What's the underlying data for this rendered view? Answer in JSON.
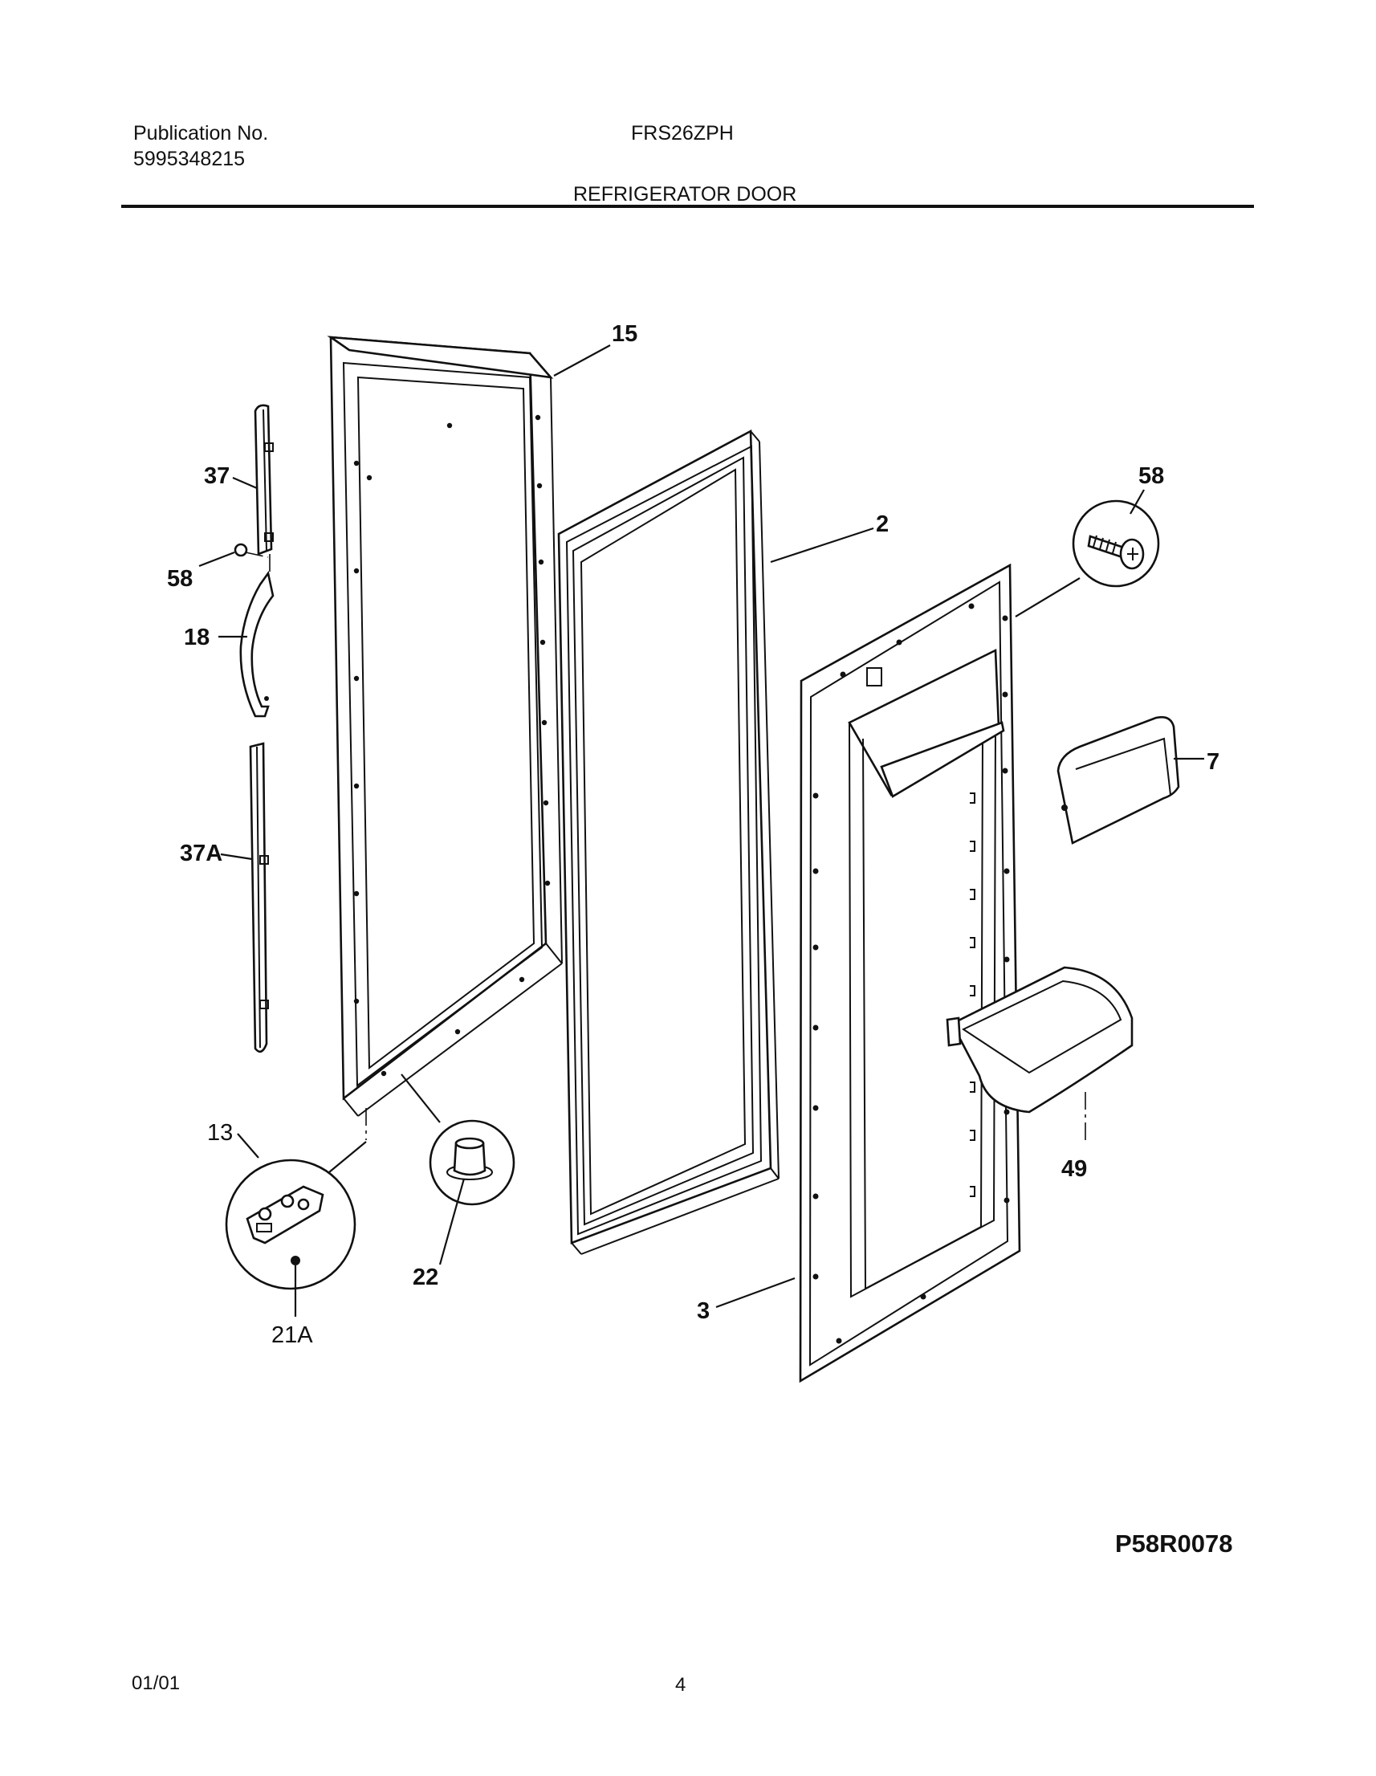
{
  "header": {
    "publication_label": "Publication No.",
    "publication_number": "5995348215",
    "model": "FRS26ZPH",
    "section_title": "REFRIGERATOR DOOR"
  },
  "callouts": {
    "c15": "15",
    "c2": "2",
    "c58_top": "58",
    "c37": "37",
    "c58_left": "58",
    "c18": "18",
    "c7": "7",
    "c37A": "37A",
    "c49": "49",
    "c13": "13",
    "c22": "22",
    "c3": "3",
    "c21A": "21A"
  },
  "diagram_code": "P58R0078",
  "footer": {
    "date": "01/01",
    "page": "4"
  }
}
